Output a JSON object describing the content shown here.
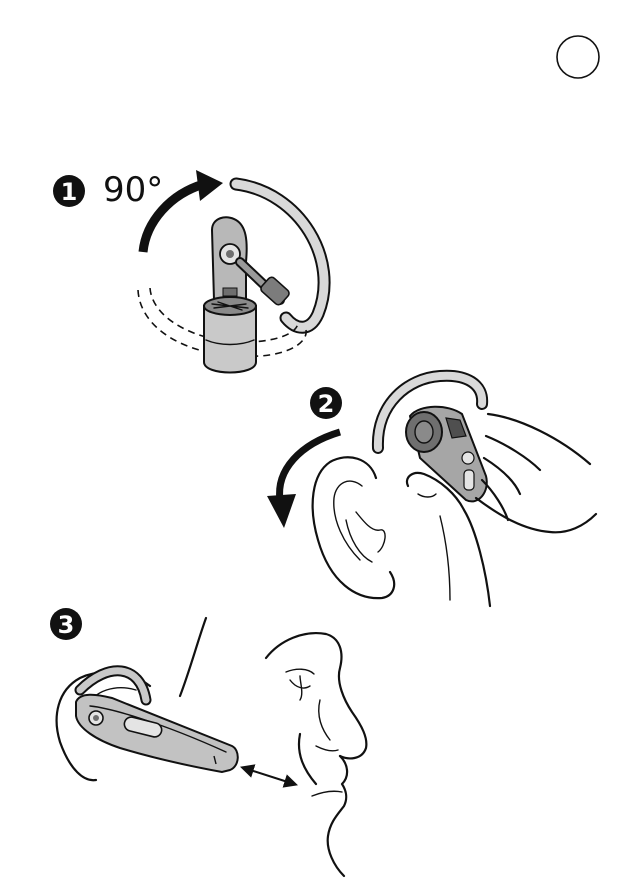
{
  "page": {
    "background": "#ffffff",
    "ink": "#111111",
    "device_fill": "#b8b8b8",
    "device_dark": "#6f6f6f",
    "device_light": "#e4e4e4"
  },
  "steps": [
    {
      "number": "1",
      "icon": "rotate-arrow-icon",
      "angle_label": "90°"
    },
    {
      "number": "2",
      "icon": "curved-down-arrow-icon"
    },
    {
      "number": "3",
      "icon": "double-arrow-icon"
    }
  ]
}
